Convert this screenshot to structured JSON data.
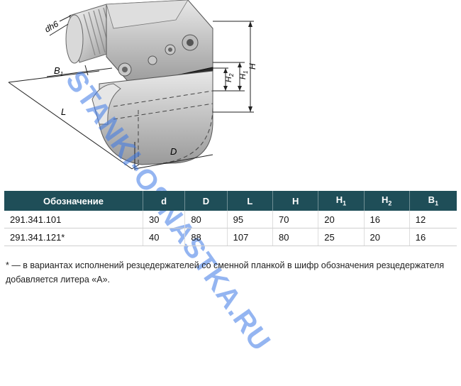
{
  "drawing": {
    "dims": {
      "dh6": "dh6",
      "B": "B",
      "B_sub": "1",
      "L": "L",
      "D": "D",
      "H": "H",
      "H1": "H",
      "H1_sub": "1",
      "H2": "H",
      "H2_sub": "2"
    }
  },
  "watermark": "STANKI-OSNASTKA.RU",
  "table": {
    "headers": [
      {
        "main": "Обозначение",
        "sub": ""
      },
      {
        "main": "d",
        "sub": ""
      },
      {
        "main": "D",
        "sub": ""
      },
      {
        "main": "L",
        "sub": ""
      },
      {
        "main": "H",
        "sub": ""
      },
      {
        "main": "H",
        "sub": "1"
      },
      {
        "main": "H",
        "sub": "2"
      },
      {
        "main": "B",
        "sub": "1"
      }
    ],
    "rows": [
      [
        "291.341.101",
        "30",
        "80",
        "95",
        "70",
        "20",
        "16",
        "12"
      ],
      [
        "291.341.121*",
        "40",
        "88",
        "107",
        "80",
        "25",
        "20",
        "16"
      ]
    ]
  },
  "footnote": "* — в вариантах исполнений резцедержателей со сменной планкой в шифр обозначения резцедержателя добавляется литера «А»."
}
